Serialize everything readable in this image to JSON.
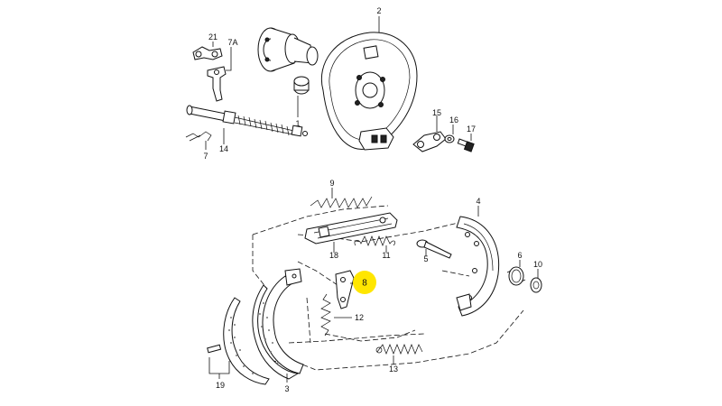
{
  "callouts": {
    "c1": "1",
    "c2": "2",
    "c3": "3",
    "c4": "4",
    "c5": "5",
    "c6": "6",
    "c7": "7",
    "c7a": "7A",
    "c8": "8",
    "c9": "9",
    "c10": "10",
    "c11": "11",
    "c12": "12",
    "c13": "13",
    "c14": "14",
    "c15": "15",
    "c16": "16",
    "c17": "17",
    "c18": "18",
    "c19": "19",
    "c21": "21"
  },
  "highlight": {
    "label": "8",
    "color": "#ffe600"
  }
}
